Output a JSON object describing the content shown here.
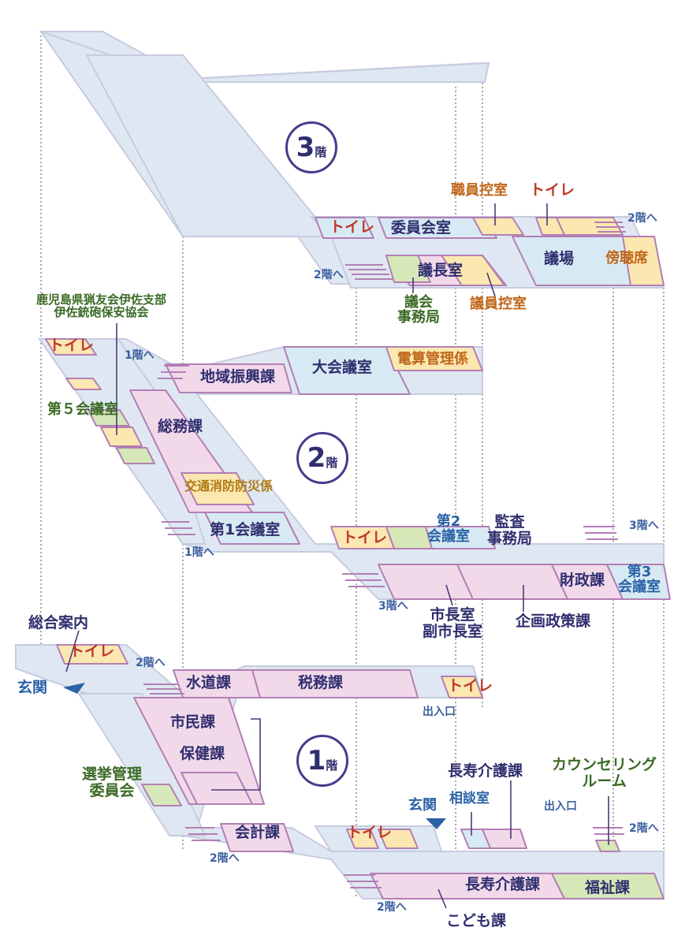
{
  "floors": {
    "third": {
      "number": "3",
      "suffix": "階"
    },
    "second": {
      "number": "2",
      "suffix": "階"
    },
    "first": {
      "number": "1",
      "suffix": "階"
    }
  },
  "labels": {
    "f3_toilet_left": "トイレ",
    "f3_iinkaishitsu": "委員会室",
    "f3_shokuin_hikaeshitsu": "職員控室",
    "f3_toilet_right": "トイレ",
    "f3_to2_right": "2階へ",
    "f3_gijo": "議場",
    "f3_bochoseki": "傍聴席",
    "f3_to2_left": "2階へ",
    "f3_gichoshitsu": "議長室",
    "f3_gikai_jimukyoku": "議会\n事務局",
    "f3_giin_hikaeshitsu": "議員控室",
    "f2_hunting_assoc": "鹿児島県猟友会伊佐支部\n伊佐銃砲保安協会",
    "f2_toilet_left": "トイレ",
    "f2_to1_top": "1階へ",
    "f2_chiiki_shinko": "地域振興課",
    "f2_daikaigishitsu": "大会議室",
    "f2_densan": "電算管理係",
    "f2_dai5": "第５会議室",
    "f2_somuka": "総務課",
    "f2_kotsu": "交通消防防災係",
    "f2_dai1": "第1会議室",
    "f2_to1_bottom": "1階へ",
    "f2_toilet_right": "トイレ",
    "f2_dai2": "第2\n会議室",
    "f2_kansa": "監査\n事務局",
    "f2_to3_right": "3階へ",
    "f2_zaiseika": "財政課",
    "f2_dai3": "第3\n会議室",
    "f2_to3_bottom": "3階へ",
    "f2_shichoshitsu": "市長室\n副市長室",
    "f2_kikaku": "企画政策課",
    "f1_sogo_annai": "総合案内",
    "f1_toilet_left": "トイレ",
    "f1_to2_top": "2階へ",
    "f1_genkan_left": "玄関",
    "f1_suidoka": "水道課",
    "f1_zeimuka": "税務課",
    "f1_toilet_right": "トイレ",
    "f1_deiriguchi_left": "出入口",
    "f1_shiminka": "市民課",
    "f1_hokenka": "保健課",
    "f1_senkyo": "選挙管理\n委員会",
    "f1_kaikeika": "会計課",
    "f1_to2_left": "2階へ",
    "f1_chojukaigo_top": "長寿介護課",
    "f1_counseling": "カウンセリング\nルーム",
    "f1_genkan_right": "玄関",
    "f1_sodanshitsu": "相談室",
    "f1_deiriguchi_right": "出入口",
    "f1_to2_right": "2階へ",
    "f1_toilet_bottom": "トイレ",
    "f1_chojukaigo_bottom": "長寿介護課",
    "f1_fukushika": "福祉課",
    "f1_to2_bottom": "2階へ",
    "f1_kodomoka": "こども課"
  },
  "colors": {
    "floor": "#dfe8f2",
    "room_blue": "#d7e9f3",
    "room_pink": "#f2d9ea",
    "room_yellow": "#fbe7b0",
    "room_green": "#d6e8b8",
    "outline": "#b37fb5",
    "label_navy": "#2f2e6e",
    "label_orange": "#c0661a",
    "label_green": "#3b6b26",
    "label_blue": "#2b62a6"
  }
}
